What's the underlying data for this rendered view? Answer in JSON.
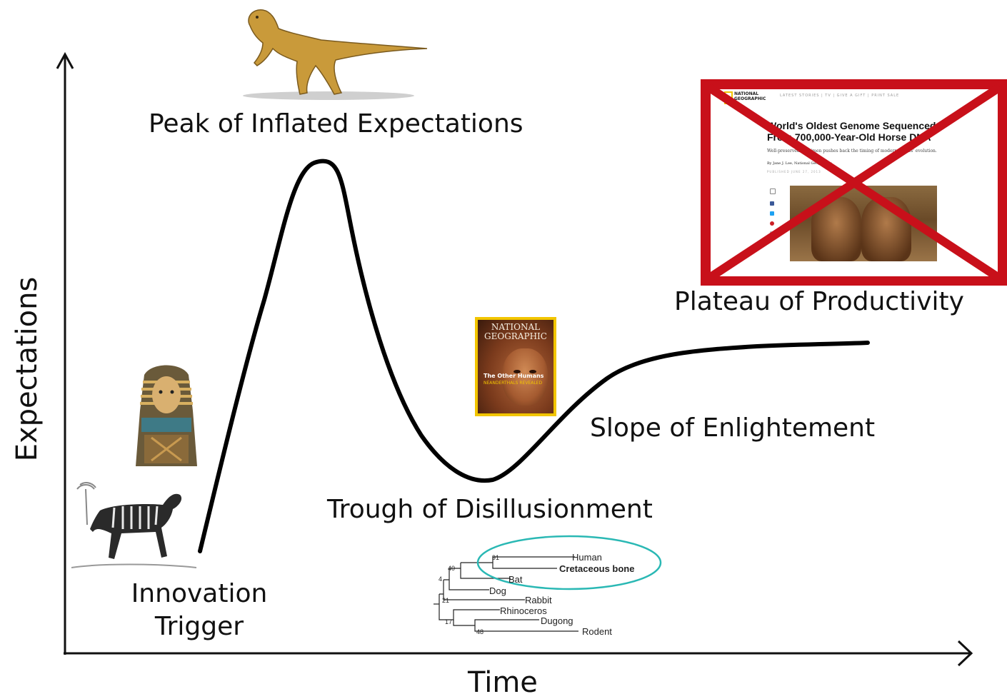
{
  "axes": {
    "x_label": "Time",
    "y_label": "Expectations"
  },
  "stages": {
    "innovation_line1": "Innovation",
    "innovation_line2": "Trigger",
    "peak": "Peak of Inflated Expectations",
    "trough": "Trough of Disillusionment",
    "slope": "Slope of Enlightement",
    "plateau": "Plateau of Productivity"
  },
  "article": {
    "logo_line1": "NATIONAL",
    "logo_line2": "GEOGRAPHIC",
    "nav": "LATEST STORIES  |  TV  |  GIVE A GIFT  |  PRINT SALE",
    "headline_line1": "World's Oldest Genome Sequenced",
    "headline_line2": "From 700,000-Year-Old Horse DNA",
    "subhead": "Well-preserved specimen pushes back the timing of modern horses' evolution.",
    "byline": "By Jane J. Lee, National Geographic",
    "published": "PUBLISHED JUNE 27, 2013",
    "crossed_out": true
  },
  "magazine": {
    "masthead_line1": "NATIONAL",
    "masthead_line2": "GEOGRAPHIC",
    "coverline": "The Other Humans",
    "coverline_sub": "NEANDERTHALS REVEALED"
  },
  "tree": {
    "taxa": [
      "Human",
      "Cretaceous bone",
      "Bat",
      "Dog",
      "Rabbit",
      "Rhinoceros",
      "Dugong",
      "Rodent"
    ],
    "support": [
      "91",
      "40",
      "4",
      "21",
      "17",
      "48"
    ]
  },
  "colors": {
    "cross": "#c8101a",
    "ellipse": "#2ab8b4",
    "curve": "#000000",
    "magazine_border": "#f2c500"
  },
  "icons": [
    "dinosaur-illustration",
    "mummy-illustration",
    "quagga-illustration",
    "horses-photo"
  ]
}
